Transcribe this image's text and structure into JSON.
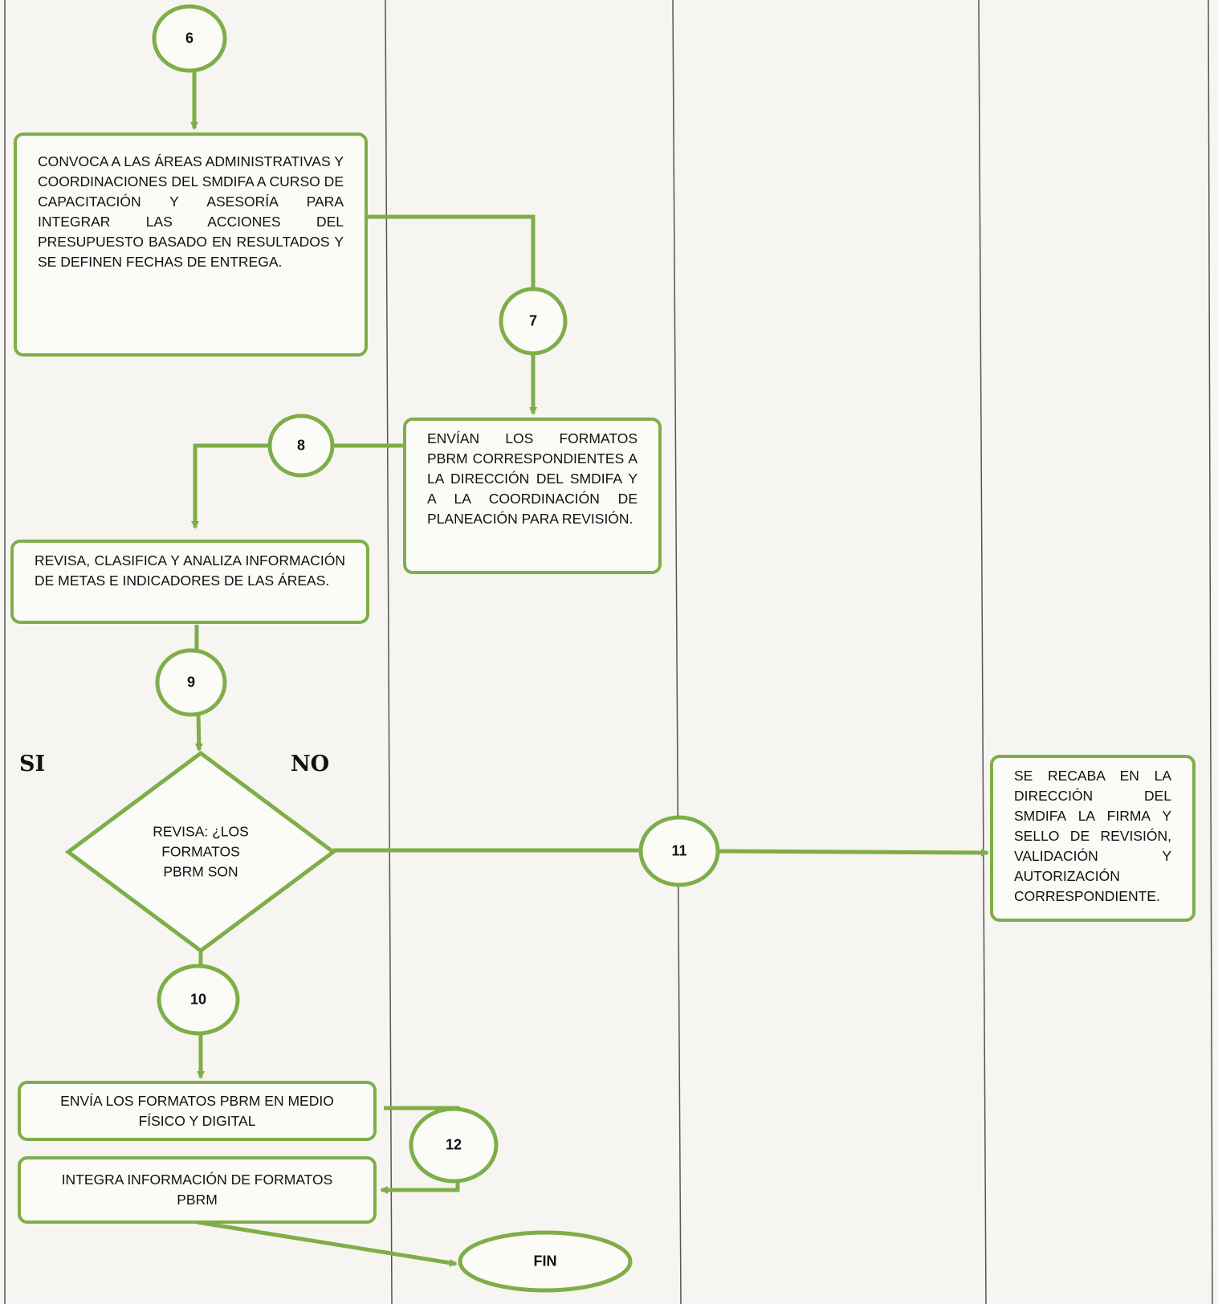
{
  "colors": {
    "lane_line": "#555555",
    "shape_stroke": "#7fae49",
    "text": "#111111",
    "page": "#f6f5f1"
  },
  "connectors": {
    "c6": "6",
    "c7": "7",
    "c8": "8",
    "c9": "9",
    "c10": "10",
    "c11": "11",
    "c12": "12"
  },
  "terminator": {
    "fin": "FIN"
  },
  "steps": {
    "convoca": "CONVOCA A LAS ÁREAS ADMINISTRATIVAS Y COORDINACIONES DEL SMDIFA A CURSO DE CAPACITACIÓN Y ASESORÍA PARA INTEGRAR LAS ACCIONES DEL PRESUPUESTO BASADO EN RESULTADOS Y SE DEFINEN FECHAS DE ENTREGA.",
    "envian": "ENVÍAN LOS FORMATOS PBRM CORRESPONDIENTES A LA DIRECCIÓN DEL SMDIFA Y A LA COORDINACIÓN DE PLANEACIÓN PARA REVISIÓN.",
    "revisa": "REVISA, CLASIFICA Y ANALIZA INFORMACIÓN DE METAS E INDICADORES DE LAS ÁREAS.",
    "recaba": "SE RECABA EN LA DIRECCIÓN DEL SMDIFA LA FIRMA Y SELLO DE REVISIÓN, VALIDACIÓN Y AUTORIZACIÓN CORRESPONDIENTE.",
    "envia_formatos": "ENVÍA LOS FORMATOS PBRM EN MEDIO FÍSICO Y DIGITAL",
    "integra": "INTEGRA INFORMACIÓN DE FORMATOS PBRM"
  },
  "decision": {
    "text": "REVISA: ¿LOS FORMATOS PBRM SON",
    "yes_label": "SI",
    "no_label": "NO"
  }
}
